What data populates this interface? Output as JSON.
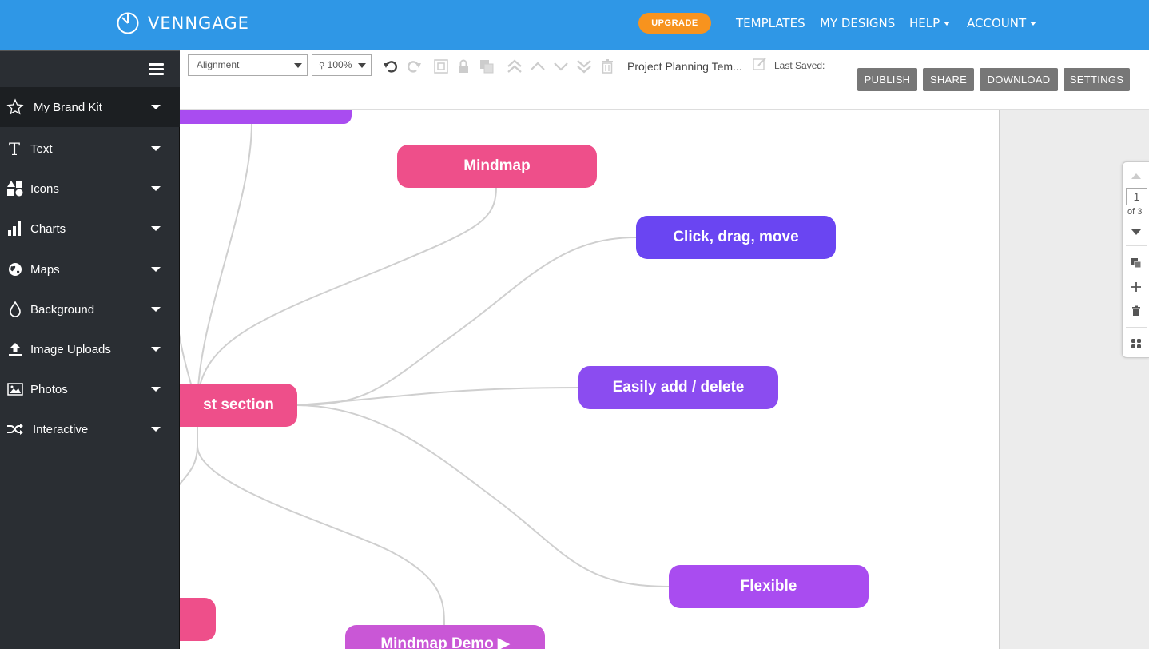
{
  "brand": {
    "name": "VENNGAGE"
  },
  "nav": {
    "upgrade": "UPGRADE",
    "templates": "TEMPLATES",
    "my_designs": "MY DESIGNS",
    "help": "HELP",
    "account": "ACCOUNT"
  },
  "sidebar": {
    "items": [
      {
        "label": "My Brand Kit",
        "icon": "star-icon"
      },
      {
        "label": "Text",
        "icon": "text-icon"
      },
      {
        "label": "Icons",
        "icon": "shapes-icon"
      },
      {
        "label": "Charts",
        "icon": "bar-chart-icon"
      },
      {
        "label": "Maps",
        "icon": "globe-icon"
      },
      {
        "label": "Background",
        "icon": "drop-icon"
      },
      {
        "label": "Image Uploads",
        "icon": "upload-icon"
      },
      {
        "label": "Photos",
        "icon": "image-icon"
      },
      {
        "label": "Interactive",
        "icon": "shuffle-icon"
      }
    ]
  },
  "toolbar": {
    "alignment": "Alignment",
    "zoom": "100%",
    "doc_title": "Project Planning Tem...",
    "last_saved": "Last Saved:",
    "publish": "PUBLISH",
    "share": "SHARE",
    "download": "DOWNLOAD",
    "settings": "SETTINGS"
  },
  "canvas": {
    "nodes": {
      "mindmap": "Mindmap",
      "click_drag": "Click, drag, move",
      "easily_add": "Easily add / delete",
      "section": "st section",
      "flexible": "Flexible",
      "demo": "Mindmap Demo ▶"
    },
    "colors": {
      "pink": "#ee4f8a",
      "violet": "#6a45f2",
      "purple": "#8b4cf0",
      "magenta": "#a94cf0",
      "orchid": "#c957d6"
    }
  },
  "pages": {
    "current": "1",
    "of": "of 3"
  },
  "colors": {
    "topbar": "#2f97e6",
    "sidebar": "#2a2e33",
    "upgrade": "#f7931e",
    "button": "#777777"
  }
}
